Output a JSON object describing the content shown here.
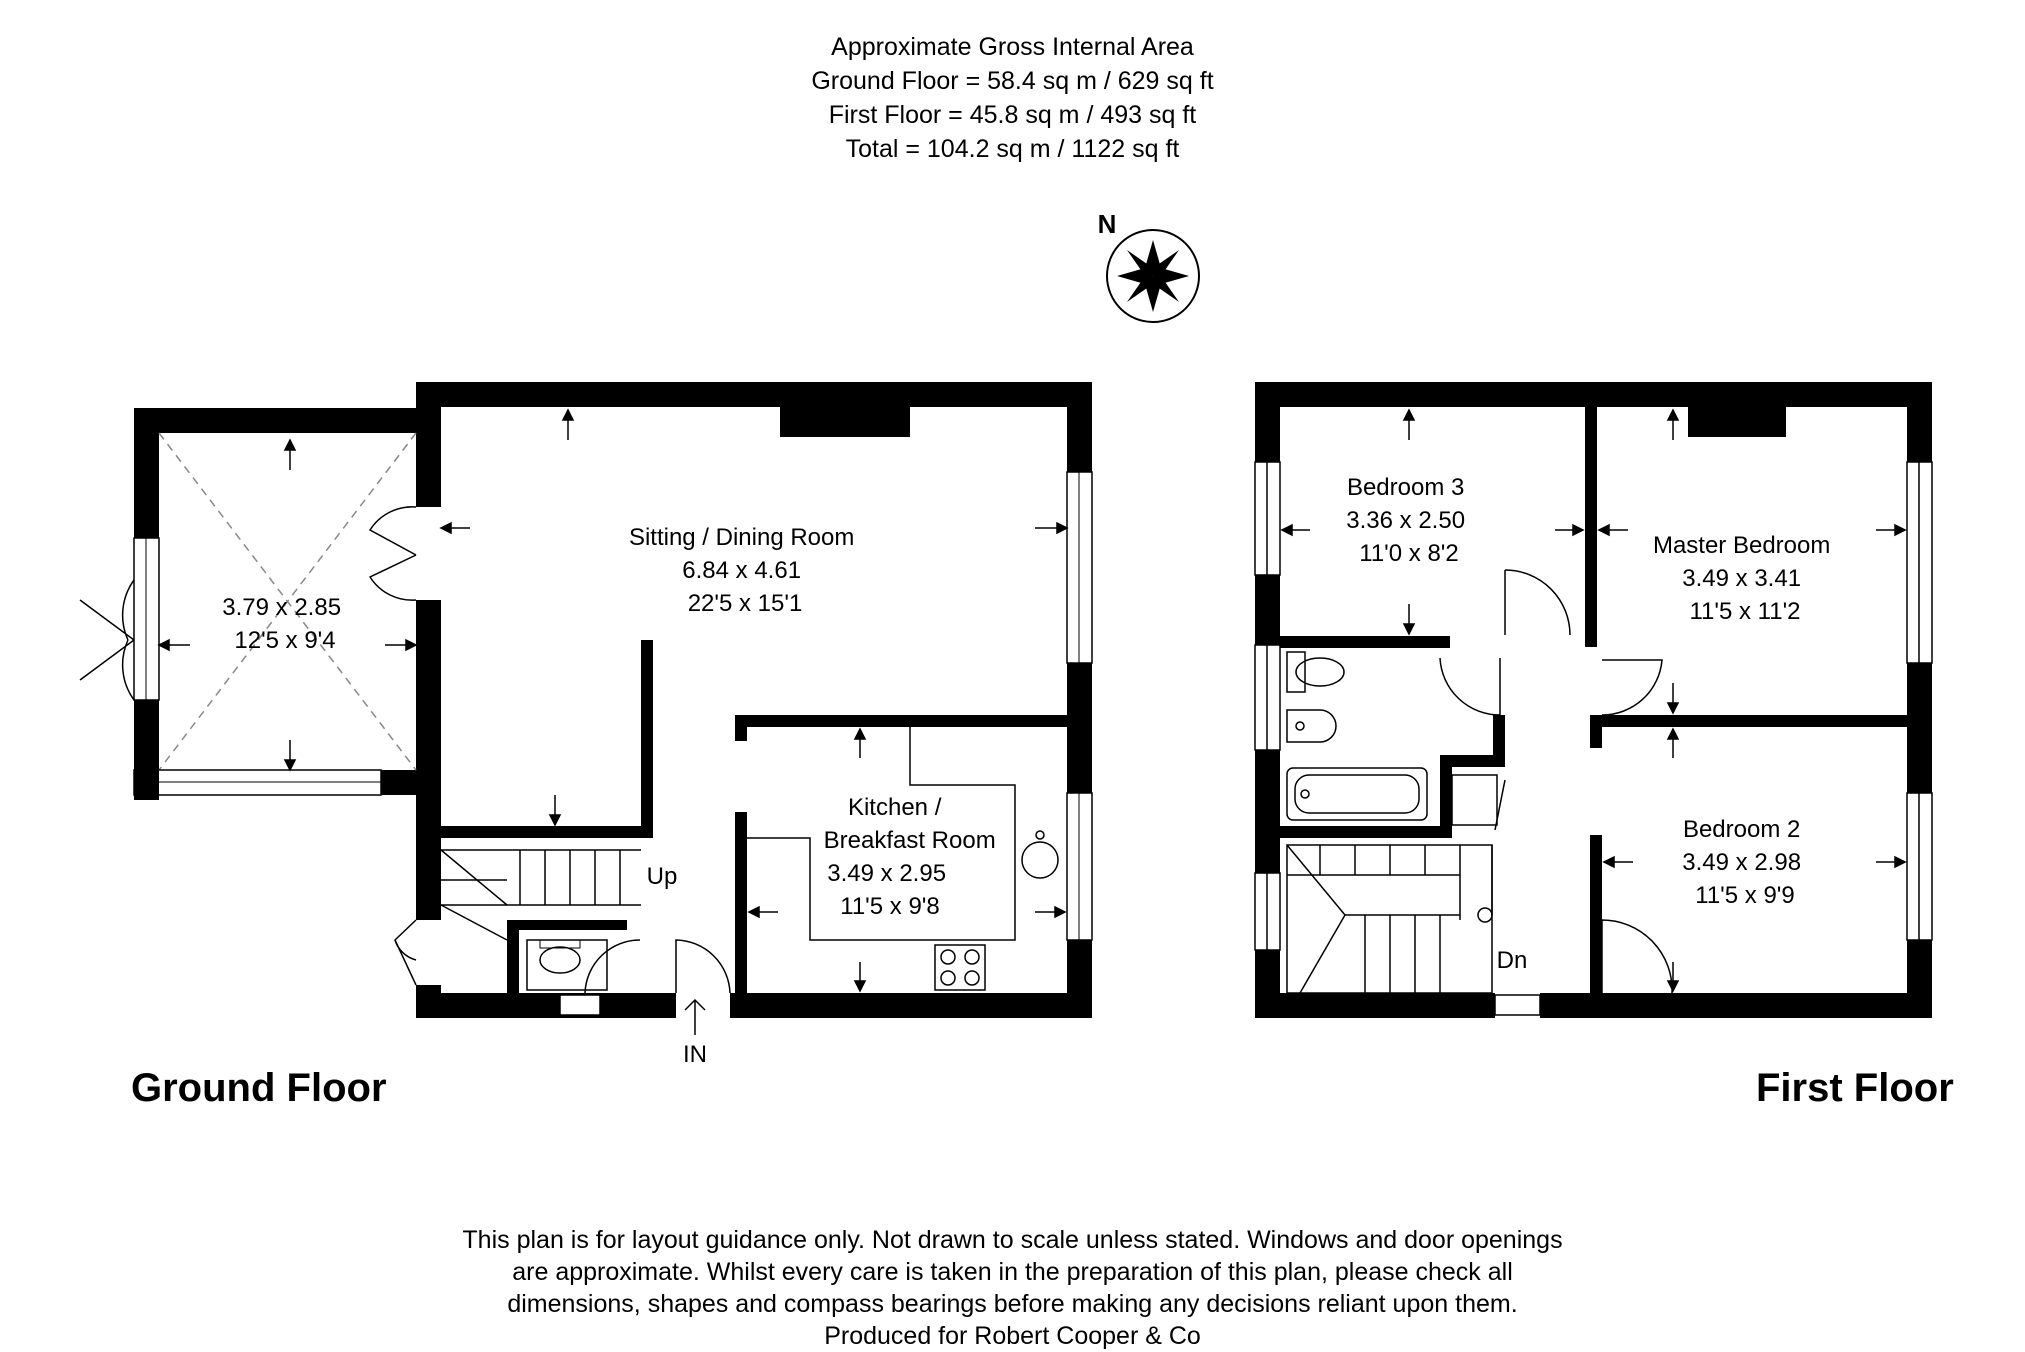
{
  "area_summary": {
    "heading": "Approximate Gross Internal Area",
    "ground": "Ground Floor = 58.4 sq m / 629 sq ft",
    "first": "First Floor = 45.8 sq m / 493 sq ft",
    "total": "Total = 104.2 sq m / 1122 sq ft"
  },
  "compass": {
    "label": "N"
  },
  "ground_floor": {
    "title": "Ground Floor",
    "conservatory": {
      "metric": "3.79 x 2.85",
      "imperial": "12'5 x 9'4"
    },
    "sitting": {
      "name": "Sitting / Dining Room",
      "metric": "6.84 x 4.61",
      "imperial": "22'5 x 15'1"
    },
    "kitchen": {
      "name_line1": "Kitchen /",
      "name_line2": "Breakfast Room",
      "metric": "3.49 x 2.95",
      "imperial": "11'5 x 9'8"
    },
    "stairs_label": "Up",
    "entrance_label": "IN"
  },
  "first_floor": {
    "title": "First Floor",
    "bedroom3": {
      "name": "Bedroom 3",
      "metric": "3.36 x 2.50",
      "imperial": "11'0 x 8'2"
    },
    "master": {
      "name": "Master Bedroom",
      "metric": "3.49 x 3.41",
      "imperial": "11'5 x 11'2"
    },
    "bedroom2": {
      "name": "Bedroom 2",
      "metric": "3.49 x 2.98",
      "imperial": "11'5 x 9'9"
    },
    "stairs_label": "Dn"
  },
  "disclaimer": {
    "line1": "This plan is for layout guidance only. Not drawn to scale unless stated. Windows and door openings",
    "line2": "are approximate. Whilst every care is taken in the preparation of this plan, please check all",
    "line3": "dimensions, shapes and compass bearings before making any decisions reliant upon them.",
    "line4": "Produced for Robert Cooper & Co"
  }
}
